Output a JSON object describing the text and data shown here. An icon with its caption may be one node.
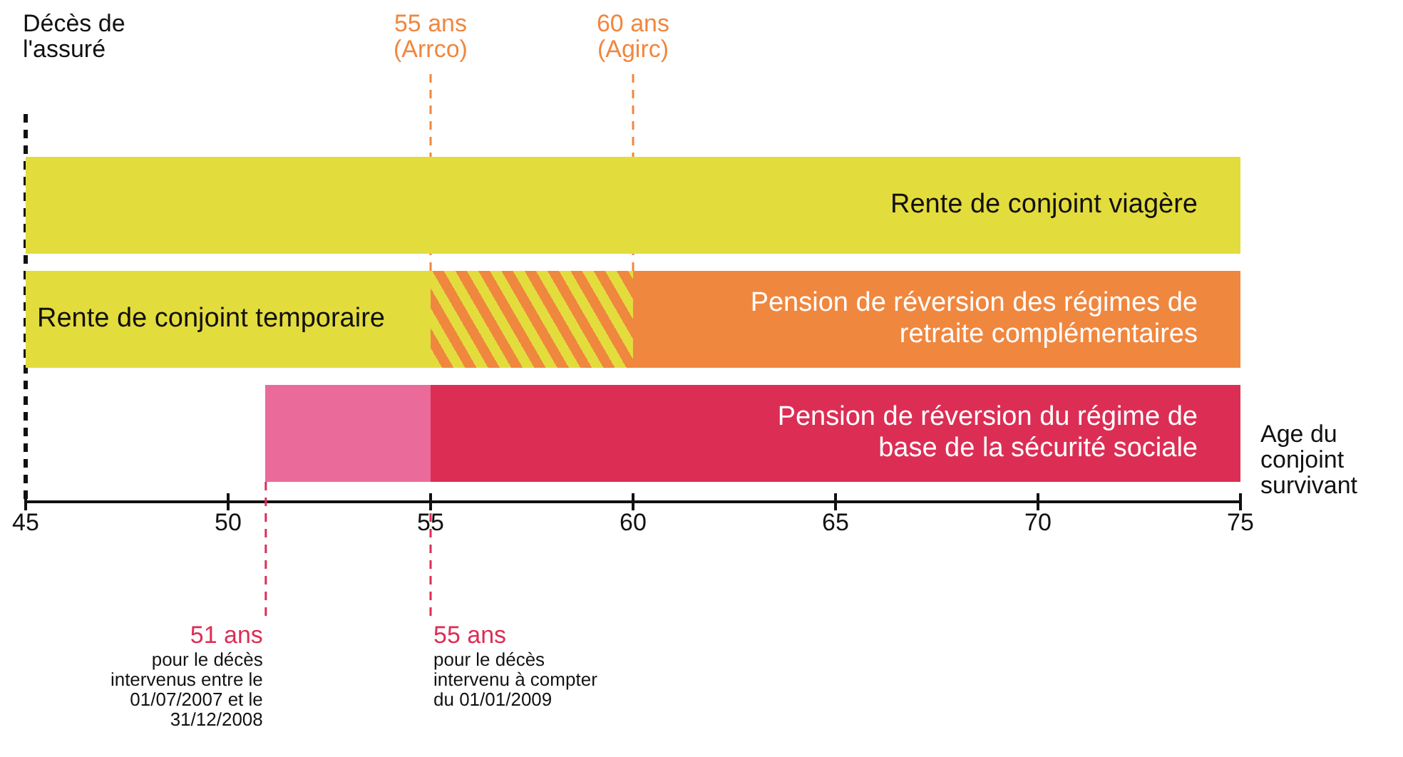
{
  "diagram": {
    "nodes": [
      {
        "text": [
          "Rente de conjoint viagère"
        ]
      },
      {
        "text": [
          "Rente de conjoint temporaire"
        ]
      },
      {
        "text": [],
        "shape": "bar"
      },
      {
        "text": [
          "Pension de réversion des régimes de retraite complémentaires"
        ]
      },
      {
        "text": [],
        "shape": "bar"
      },
      {
        "text": [
          "Pension de réversion du régime de base de la sécurité sociale"
        ]
      }
    ],
    "labels": [
      "Décès de l'assuré",
      "55 ans (Arrco)",
      "60 ans (Agirc)",
      "Age du conjoint survivant",
      "45",
      "50",
      "55",
      "60",
      "65",
      "70",
      "75",
      "51 ans",
      "pour le décès intervenus entre le 01/07/2007 et le 31/12/2008",
      "55 ans",
      "pour le décès intervenu à compter du 01/01/2009"
    ]
  }
}
